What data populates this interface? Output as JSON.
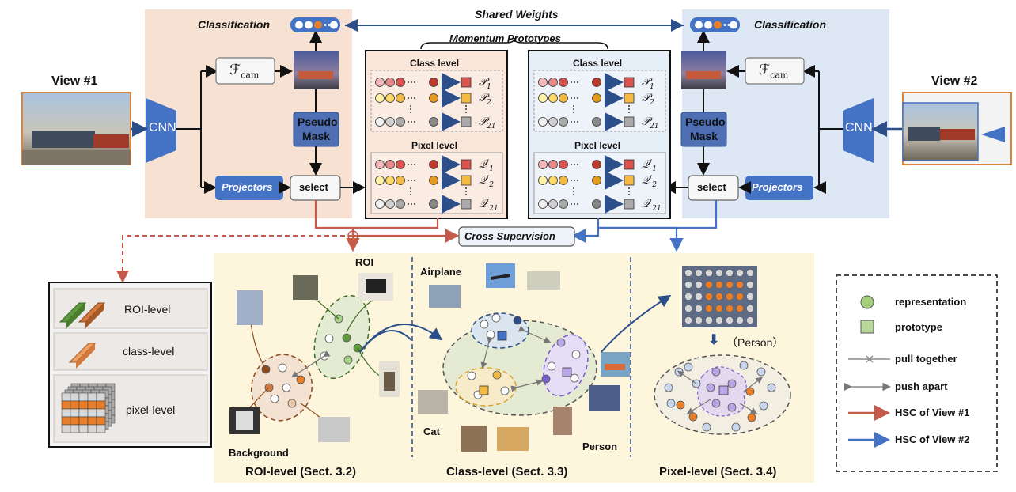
{
  "top": {
    "shared_weights": "Shared Weights",
    "momentum_prototypes": "Momentum Prototypes",
    "classification": "Classification",
    "view1": "View #1",
    "view2": "View #2",
    "cnn": "CNN",
    "fcam": "ℱ",
    "fcam_sub": "cam",
    "pseudo_mask_1": "Pseudo",
    "pseudo_mask_2": "Mask",
    "projectors": "Projectors",
    "select": "select",
    "class_level": "Class level",
    "pixel_level": "Pixel level",
    "p_labels": [
      "𝒫",
      "𝒫",
      "𝒫"
    ],
    "p_subs": [
      "1",
      "2",
      "21"
    ],
    "q_labels": [
      "𝒬′",
      "𝒬′",
      "𝒬′"
    ],
    "cross_supervision": "Cross Supervision"
  },
  "levels_legend": {
    "roi": "ROI-level",
    "class": "class-level",
    "pixel": "pixel-level"
  },
  "bottom": {
    "roi_caption": "ROI-level (Sect. 3.2)",
    "class_caption": "Class-level (Sect. 3.3)",
    "pixel_caption": "Pixel-level (Sect. 3.4)",
    "roi": "ROI",
    "background": "Background",
    "airplane": "Airplane",
    "cat": "Cat",
    "person": "Person",
    "person_paren": "（Person）",
    "down_arrow": "⬇"
  },
  "legend": {
    "representation": "representation",
    "prototype": "prototype",
    "pull_together": "pull together",
    "push_apart": "push apart",
    "hsc1": "HSC of View #1",
    "hsc2": "HSC of View #2"
  },
  "colors": {
    "view1_bg": "#f7e1d3",
    "view2_bg": "#dde8f4",
    "bottom_bg": "#fdf5dc",
    "blue": "#4472c4",
    "red": "#c55a4a",
    "green_node": "#8fc26a",
    "orange_node": "#e87e2a",
    "purple_node": "#b9a7e8"
  }
}
